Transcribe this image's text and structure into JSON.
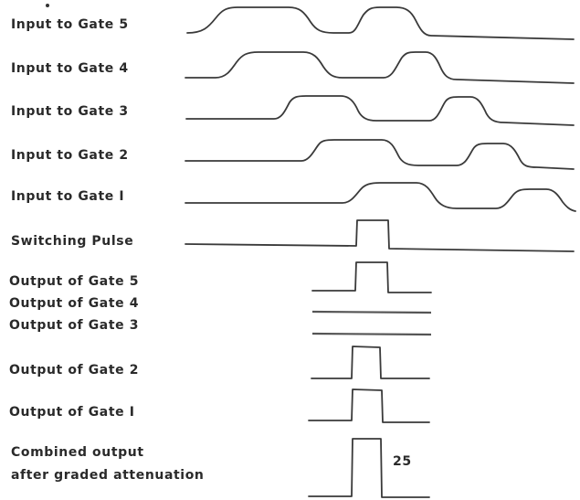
{
  "labels": {
    "gate5_input": "Input to Gate 5",
    "gate4_input": "Input  to Gate 4",
    "gate3_input": "Input  to  Gate  3",
    "gate2_input": "Input  to  Gate  2",
    "gate1_input": "Input  to  Gate  I",
    "switching_pulse": "Switching  Pulse",
    "gate5_output": "Output  of  Gate  5",
    "gate4_output": "Output of  Gate  4",
    "gate3_output": "Output  of  Gate  3",
    "gate2_output": "Output  of  Gate  2",
    "gate1_output": "Output  of  Gate  I",
    "combined_line1": "Combined  output",
    "combined_line2": "after  graded  attenuation",
    "combined_value": "25"
  }
}
